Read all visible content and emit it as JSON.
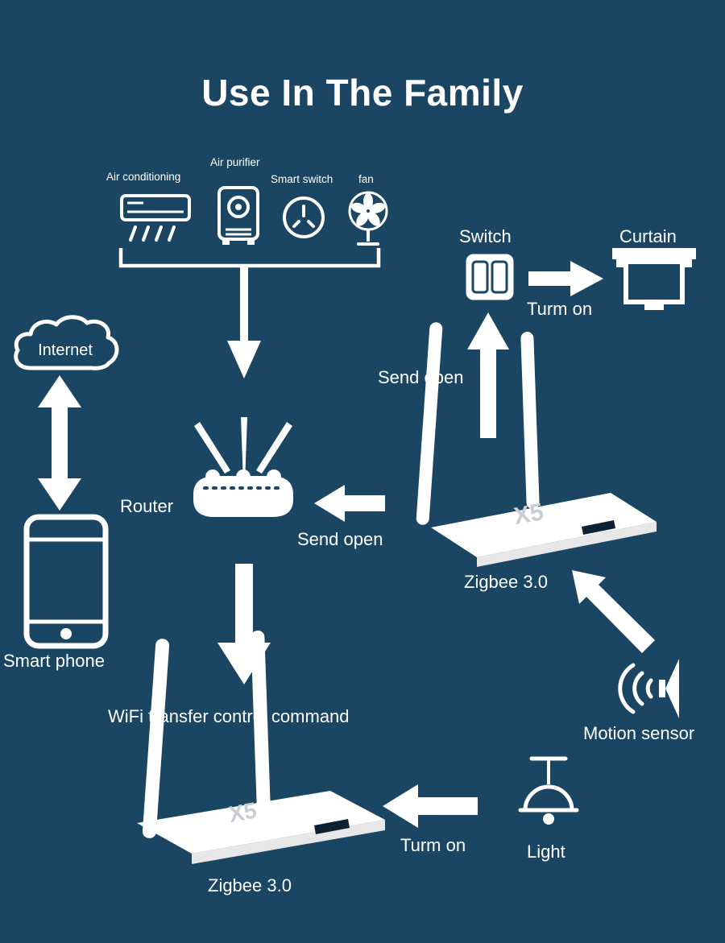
{
  "colors": {
    "background": "#1a4663",
    "foreground": "#ffffff",
    "device_shade": "#e7e7e7",
    "device_slot": "#0d2133",
    "device_model_text": "#c9ced3"
  },
  "title": "Use In The Family",
  "appliances": {
    "air_conditioning": "Air conditioning",
    "air_purifier": "Air purifier",
    "smart_switch": "Smart switch",
    "fan": "fan"
  },
  "switch_flow": {
    "switch": "Switch",
    "curtain": "Curtain",
    "turn_on": "Turm on",
    "send_open": "Send open"
  },
  "internet_flow": {
    "internet": "Internet",
    "smart_phone": "Smart phone"
  },
  "router_flow": {
    "router": "Router",
    "send_open": "Send open",
    "wifi_transfer": "WiFi transfer control command"
  },
  "zigbee": {
    "top_label": "Zigbee 3.0",
    "bottom_label": "Zigbee 3.0",
    "model": "X5"
  },
  "sensor_flow": {
    "motion_sensor": "Motion sensor",
    "turn_on": "Turm on",
    "light": "Light"
  }
}
